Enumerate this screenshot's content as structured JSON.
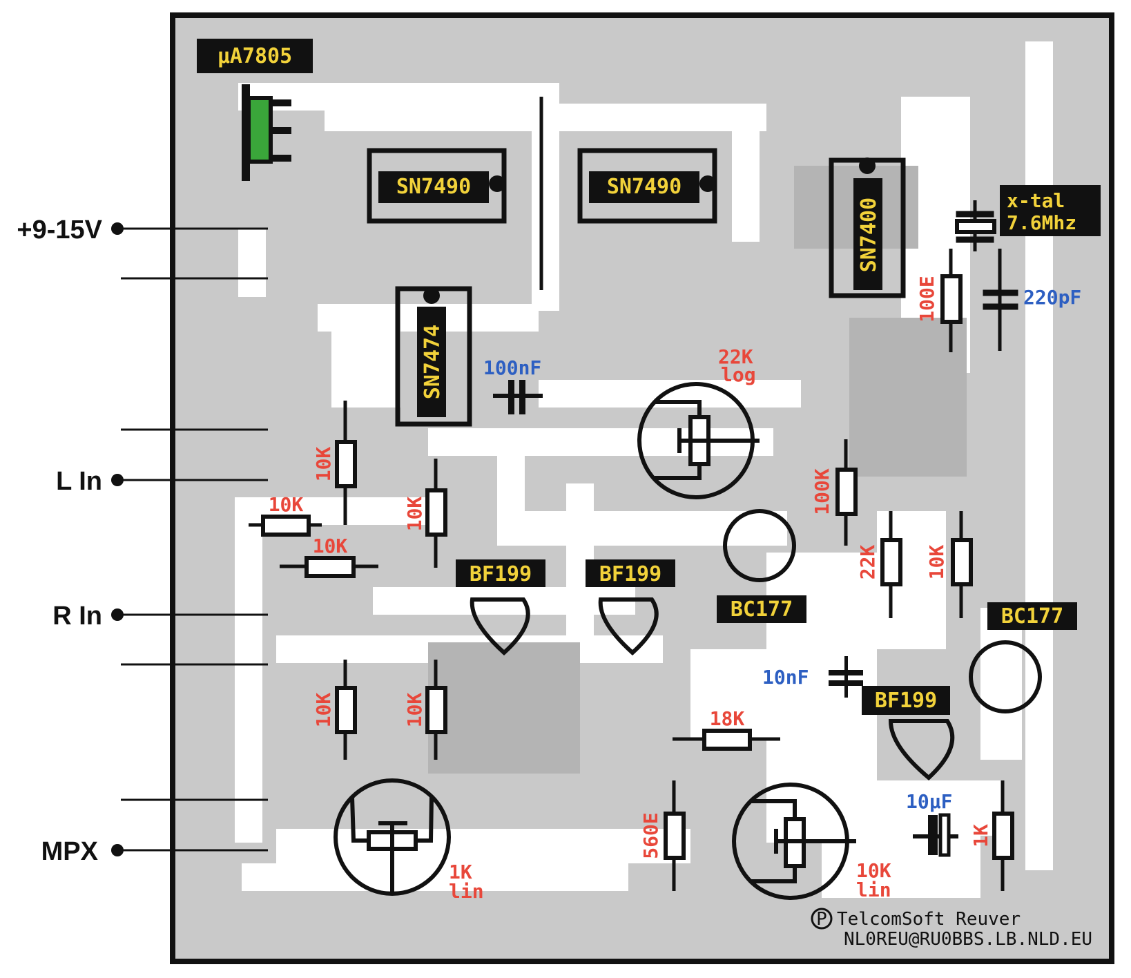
{
  "connectors": {
    "power": "+9-15V",
    "left_in": "L In",
    "right_in": "R In",
    "mpx": "MPX"
  },
  "components": {
    "regulator": "µA7805",
    "ic1": "SN7490",
    "ic2": "SN7490",
    "ic3": "SN7474",
    "ic4": "SN7400",
    "crystal_line1": "x-tal",
    "crystal_line2": "7.6Mhz",
    "r_100e": "100E",
    "c_220pf": "220pF",
    "c_100nf": "100nF",
    "pot_22k": "22K",
    "pot_22k_type": "log",
    "r_10k_a": "10K",
    "r_10k_b": "10K",
    "r_10k_c": "10K",
    "r_10k_d": "10K",
    "r_10k_e": "10K",
    "r_10k_f": "10K",
    "r_100k": "100K",
    "r_22k": "22K",
    "r_10k_g": "10K",
    "t_bf199_a": "BF199",
    "t_bf199_b": "BF199",
    "t_bf199_c": "BF199",
    "t_bc177_a": "BC177",
    "t_bc177_b": "BC177",
    "c_10nf": "10nF",
    "r_18k": "18K",
    "r_560e": "560E",
    "c_10uf": "10µF",
    "r_1k": "1K",
    "pot_1k": "1K",
    "pot_1k_type": "lin",
    "pot_10k": "10K",
    "pot_10k_type": "lin"
  },
  "credits": {
    "symbol": "P",
    "line1": "TelcomSoft Reuver",
    "line2": "NL0REU@RU0BBS.LB.NLD.EU"
  },
  "colors": {
    "board": "#c8c8c8",
    "trace": "#ffffff",
    "label_bg": "#111111",
    "label_fg": "#f2d23a",
    "resistor_text": "#e8473a",
    "capacitor_text": "#2d5fc2",
    "regulator_body": "#3aa63a"
  }
}
